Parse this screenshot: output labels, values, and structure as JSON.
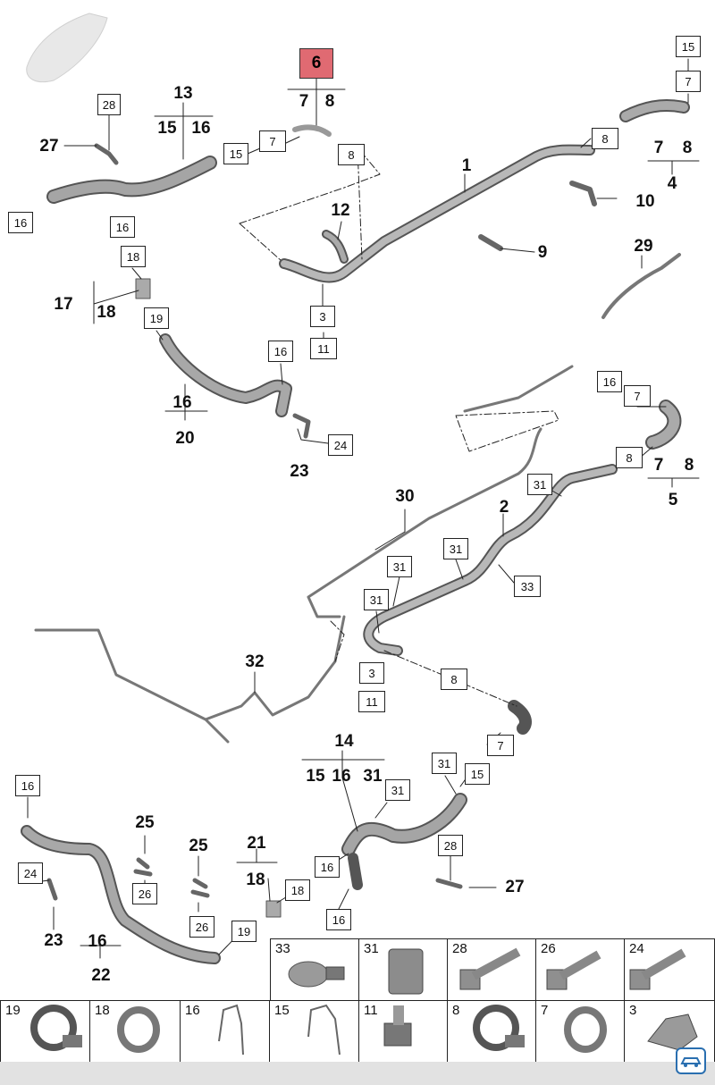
{
  "numbers": {
    "n1": "1",
    "n2": "2",
    "n4": "4",
    "n5": "5",
    "n9": "9",
    "n10": "10",
    "n12": "12",
    "n13": "13",
    "n13_15": "15",
    "n13_16": "16",
    "n6_7": "7",
    "n6_8": "8",
    "n4_7": "7",
    "n4_8": "8",
    "n5_7": "7",
    "n5_8": "8",
    "n14": "14",
    "n14_15": "15",
    "n14_16": "16",
    "n14_31": "31",
    "n17": "17",
    "n17_18": "18",
    "n20": "20",
    "n20_16": "16",
    "n21": "21",
    "n21_18": "18",
    "n22": "22",
    "n22_16": "16",
    "n23a": "23",
    "n23b": "23",
    "n25a": "25",
    "n25b": "25",
    "n27a": "27",
    "n27b": "27",
    "n29": "29",
    "n30": "30",
    "n32": "32"
  },
  "highlight": {
    "label": "6"
  },
  "callouts": {
    "c28a": "28",
    "c16a": "16",
    "c16b": "16",
    "c15a": "15",
    "c7a": "7",
    "c8a": "8",
    "c18a": "18",
    "c19a": "19",
    "c16c": "16",
    "c24a": "24",
    "c3a": "3",
    "c11a": "11",
    "c15b": "15",
    "c7b": "7",
    "c8b": "8",
    "c16d": "16",
    "c7c": "7",
    "c8c": "8",
    "c31a": "31",
    "c31b": "31",
    "c31c": "31",
    "c31d": "31",
    "c33a": "33",
    "c3b": "3",
    "c11b": "11",
    "c8d": "8",
    "c7d": "7",
    "c31e": "31",
    "c15c": "15",
    "c31f": "31",
    "c16e": "16",
    "c24b": "24",
    "c26a": "26",
    "c26b": "26",
    "c18b": "18",
    "c19b": "19",
    "c16f": "16",
    "c16g": "16",
    "c28b": "28"
  },
  "parts_table": {
    "row1": [
      "33",
      "31",
      "28",
      "26",
      "24"
    ],
    "row2": [
      "19",
      "18",
      "16",
      "15",
      "11",
      "8",
      "7",
      "3"
    ]
  }
}
